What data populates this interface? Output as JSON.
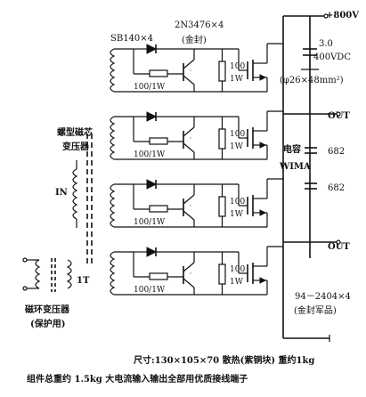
{
  "diode_label": "SB140×4",
  "transistor_label": "2N3476×4",
  "transistor_package": "(金封)",
  "vplus_label": "+800V",
  "cap_main_value": "3.0",
  "cap_main_voltage": "400VDC",
  "cap_main_size": "(φ26×48mm²)",
  "out_label_top": "OUT",
  "out_label_bottom": "OUT",
  "capacitor_brand_line1": "电容",
  "capacitor_brand_line2": "WIMA",
  "cap_682_top": "682",
  "cap_682_bottom": "682",
  "resistor_series": "100/1W",
  "resistor_shunt_value": "100",
  "resistor_shunt_power": "1W",
  "transformer_main_line1": "螺型磁芯",
  "transformer_main_line2": "变压器",
  "input_label": "IN",
  "transformer_aux_line1": "磁环变压器",
  "transformer_aux_line2": "(保护用)",
  "aux_ratio_label": "1T",
  "mosfet_label": "94－2404×4",
  "mosfet_package": "(金封军品)",
  "size_line": "尺寸:130×105×70 散热(紫铜块) 重约1kg",
  "footer_line": "组件总重约 1.5kg 大电流输入输出全部用优质接线端子"
}
